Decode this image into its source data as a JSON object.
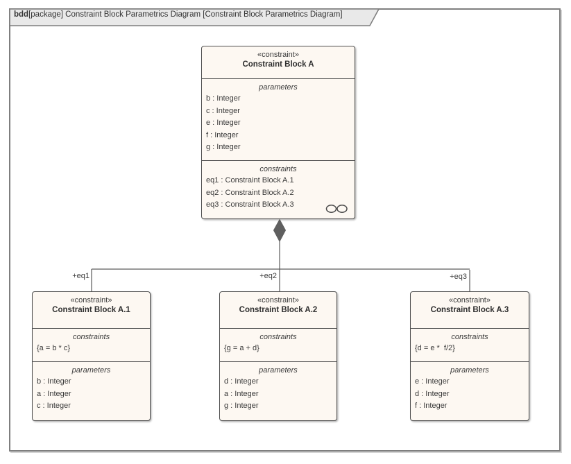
{
  "frame": {
    "tab": {
      "keyword": "bdd",
      "rest": "[package] Constraint Block Parametrics Diagram [Constraint Block Parametrics Diagram]"
    }
  },
  "block_a": {
    "stereotype": "«constraint»",
    "name": "Constraint Block A",
    "parameters_label": "parameters",
    "parameters": [
      "b : Integer",
      "c : Integer",
      "e : Integer",
      "f : Integer",
      "g : Integer"
    ],
    "constraints_label": "constraints",
    "constraints": [
      "eq1 : Constraint Block A.1",
      "eq2 : Constraint Block A.2",
      "eq3 : Constraint Block A.3"
    ]
  },
  "block_a1": {
    "stereotype": "«constraint»",
    "name": "Constraint Block A.1",
    "constraints_label": "constraints",
    "constraints": [
      "{a = b * c}"
    ],
    "parameters_label": "parameters",
    "parameters": [
      "b : Integer",
      "a : Integer",
      "c : Integer"
    ]
  },
  "block_a2": {
    "stereotype": "«constraint»",
    "name": "Constraint Block A.2",
    "constraints_label": "constraints",
    "constraints": [
      "{g = a + d}"
    ],
    "parameters_label": "parameters",
    "parameters": [
      "d : Integer",
      "a : Integer",
      "g : Integer"
    ]
  },
  "block_a3": {
    "stereotype": "«constraint»",
    "name": "Constraint Block A.3",
    "constraints_label": "constraints",
    "constraints": [
      "{d = e *  f/2}"
    ],
    "parameters_label": "parameters",
    "parameters": [
      "e : Integer",
      "d : Integer",
      "f : Integer"
    ]
  },
  "connector_labels": {
    "eq1": "+eq1",
    "eq2": "+eq2",
    "eq3": "+eq3"
  },
  "icons": {
    "link": "link-icon",
    "composition": "composition-diamond-icon"
  },
  "colors": {
    "block_fill": "#fdf8f2",
    "block_border": "#4f4f4f",
    "frame_border": "#7f7f7f",
    "tab_fill": "#e9e9e9",
    "connector": "#5a5a5a",
    "diamond_fill": "#5f5f5f",
    "text": "#3a3a3a"
  }
}
